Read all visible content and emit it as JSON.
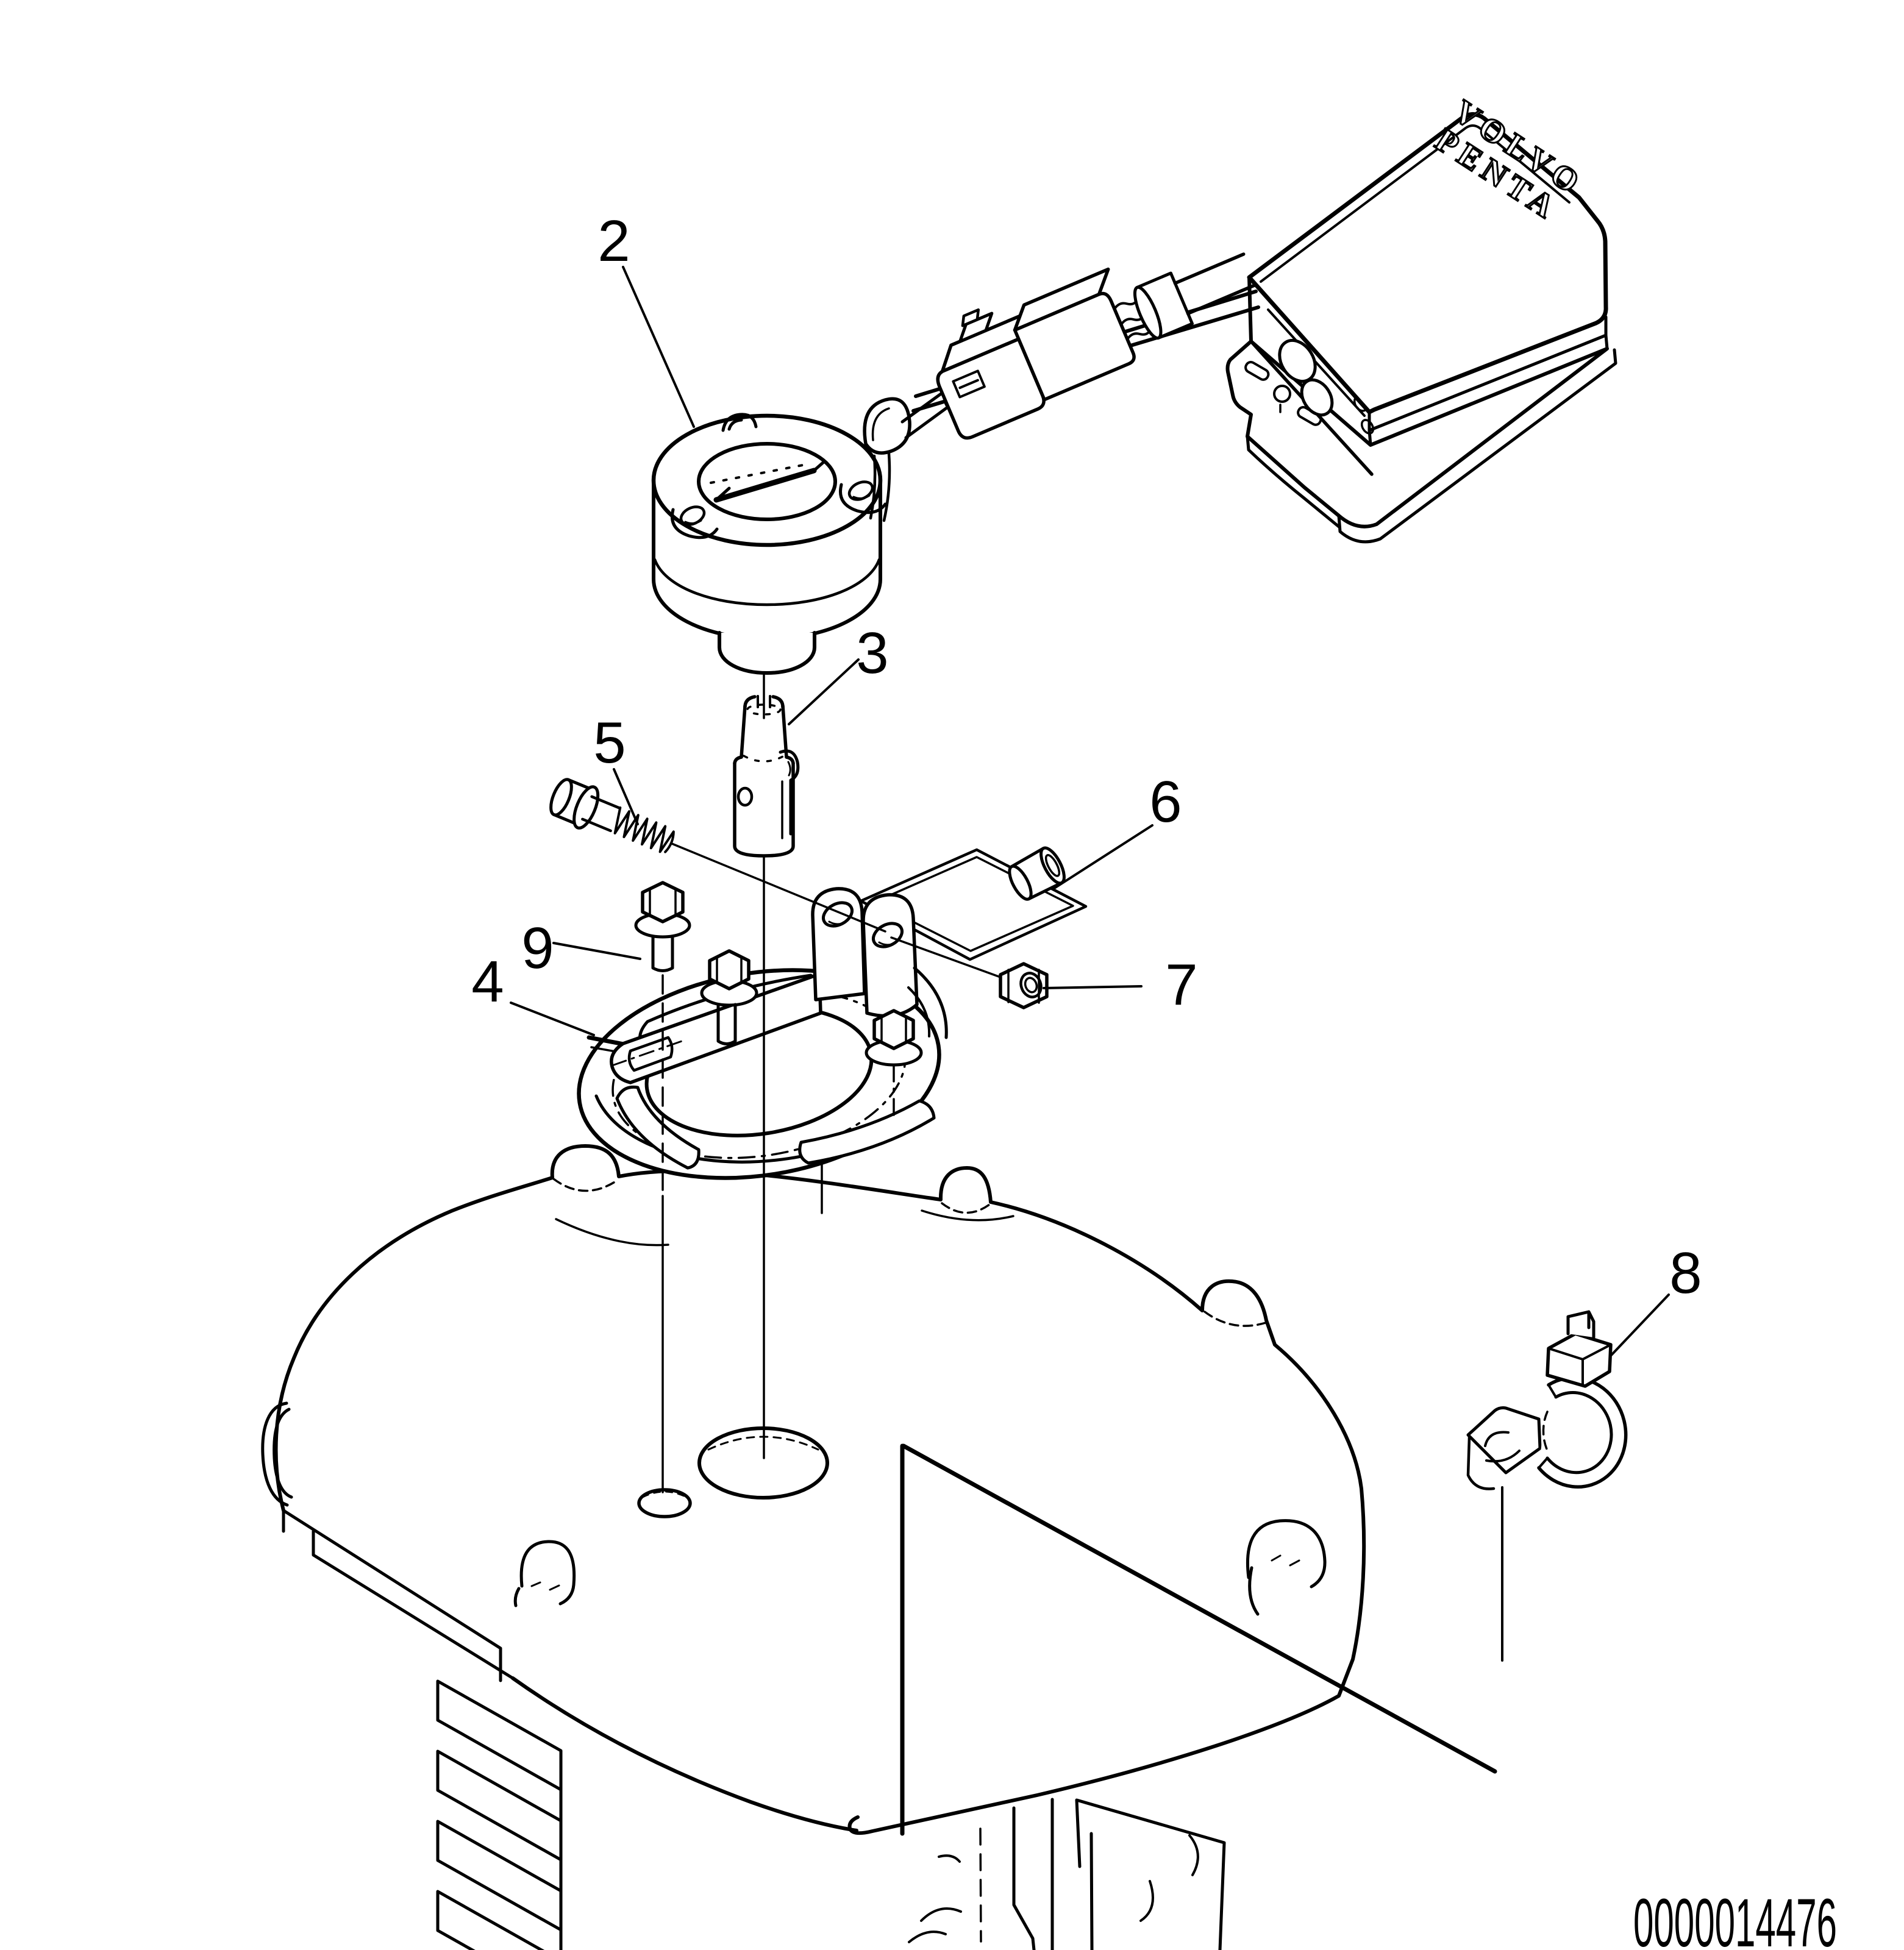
{
  "page": {
    "background": "#ffffff",
    "ink": "#000000"
  },
  "diagram": {
    "type": "exploded-parts-drawing",
    "brand": {
      "line1": "VOLVO",
      "line2": "PENTA"
    },
    "drawing_number": "0000014476",
    "callouts": [
      {
        "text": "2"
      },
      {
        "text": "3"
      },
      {
        "text": "4"
      },
      {
        "text": "5"
      },
      {
        "text": "6"
      },
      {
        "text": "7"
      },
      {
        "text": "8"
      },
      {
        "text": "9"
      }
    ]
  }
}
